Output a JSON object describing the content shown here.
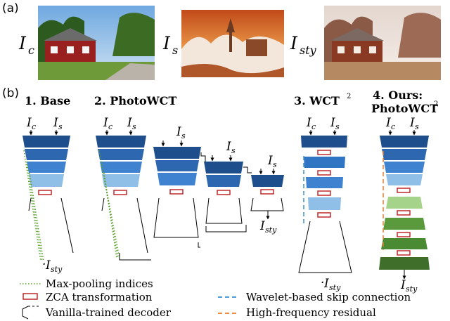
{
  "panel_labels": {
    "a": "(a)",
    "b": "(b)"
  },
  "images": [
    {
      "id": "content",
      "symbol": "I",
      "subscript": "c"
    },
    {
      "id": "style",
      "symbol": "I",
      "subscript": "s"
    },
    {
      "id": "stylized",
      "symbol": "I",
      "subscript": "sty"
    }
  ],
  "methods": [
    {
      "number": "1.",
      "name": "Base"
    },
    {
      "number": "2.",
      "name": "PhotoWCT"
    },
    {
      "number": "3.",
      "name": "WCT",
      "sup": "2"
    },
    {
      "number": "4.",
      "name": "Ours:",
      "name2": "PhotoWCT",
      "sup": "2"
    }
  ],
  "symbols": {
    "I": "I",
    "c": "c",
    "s": "s",
    "sty": "sty"
  },
  "legend": {
    "maxpool": "Max-pooling indices",
    "zca": "ZCA transformation",
    "decoder": "Vanilla-trained decoder",
    "wavelet": "Wavelet-based skip connection",
    "highfreq": "High-frequency residual"
  },
  "colors": {
    "enc_dark": "#1f4e8c",
    "enc_mid": "#2f75c3",
    "enc_light": "#8fbfe6",
    "green_dark": "#3e6e2a",
    "green_mid": "#5a9a3c",
    "green_light": "#a6d38a",
    "zca_red": "#c0292b",
    "maxpool_green": "#5aa02c",
    "wavelet_blue": "#3a8fd1",
    "highfreq_orange": "#e87f2e"
  }
}
